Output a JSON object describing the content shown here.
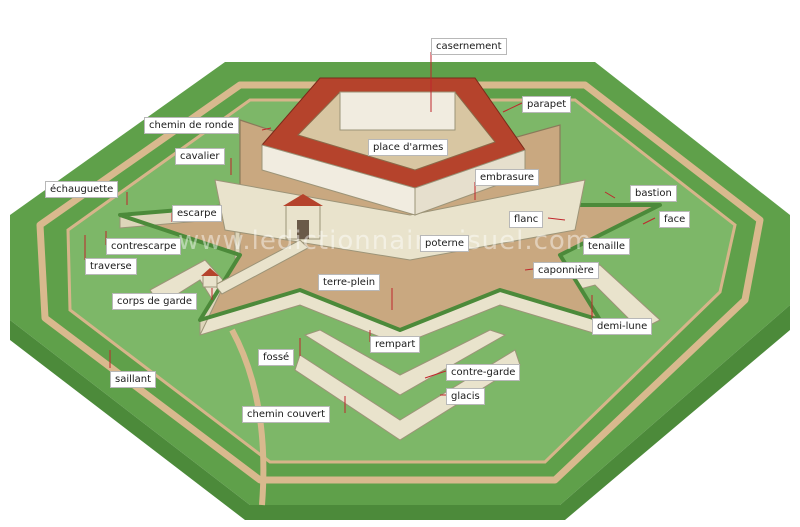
{
  "watermark": "www.ledictionnairevisuel.com",
  "labels": {
    "casernement": "casernement",
    "parapet": "parapet",
    "chemin_de_ronde": "chemin de ronde",
    "place_d_armes": "place d'armes",
    "cavalier": "cavalier",
    "embrasure": "embrasure",
    "echauguette": "échauguette",
    "bastion": "bastion",
    "escarpe": "escarpe",
    "flanc": "flanc",
    "face": "face",
    "contrescarpe": "contrescarpe",
    "poterne": "poterne",
    "tenaille": "tenaille",
    "traverse": "traverse",
    "caponniere": "caponnière",
    "terre_plein": "terre-plein",
    "corps_de_garde": "corps de garde",
    "demi_lune": "demi-lune",
    "rempart": "rempart",
    "fosse": "fossé",
    "saillant": "saillant",
    "contre_garde": "contre-garde",
    "glacis": "glacis",
    "chemin_couvert": "chemin couvert"
  },
  "colors": {
    "leader_line": "#c0262c",
    "grass": "#5fa04a",
    "grass_dark": "#4c8a3a",
    "masonry": "#e9e3cc",
    "terrace": "#c9a880",
    "roof": "#b5432c"
  }
}
